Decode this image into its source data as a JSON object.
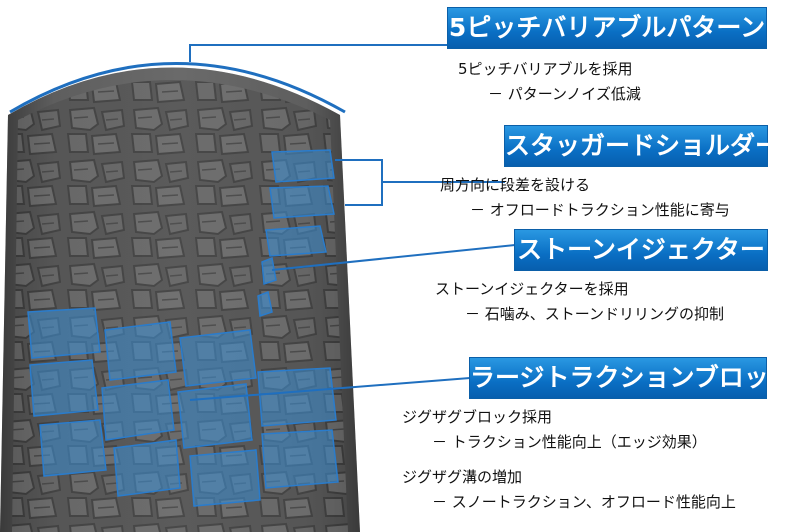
{
  "features": [
    {
      "title": "5ピッチバリアブルパターン",
      "lines": [
        "5ピッチバリアブルを採用",
        "－ パターンノイズ低減"
      ]
    },
    {
      "title": "スタッガードショルダー",
      "lines": [
        "周方向に段差を設ける",
        "－ オフロードトラクション性能に寄与"
      ]
    },
    {
      "title": "ストーンイジェクター",
      "lines": [
        "ストーンイジェクターを採用",
        "－ 石噛み、ストーンドリリングの抑制"
      ]
    },
    {
      "title": "ラージトラクションブロック",
      "lines": [
        "ジグザグブロック採用",
        "－ トラクション性能向上（エッジ効果）",
        "ジグザグ溝の増加",
        "－ スノートラクション、オフロード性能向上"
      ]
    }
  ],
  "colors": {
    "banner": "#0a6fc4",
    "highlight": "#3d8fd6",
    "leader": "#1f6fbf",
    "tread": "#5a5a5a"
  }
}
